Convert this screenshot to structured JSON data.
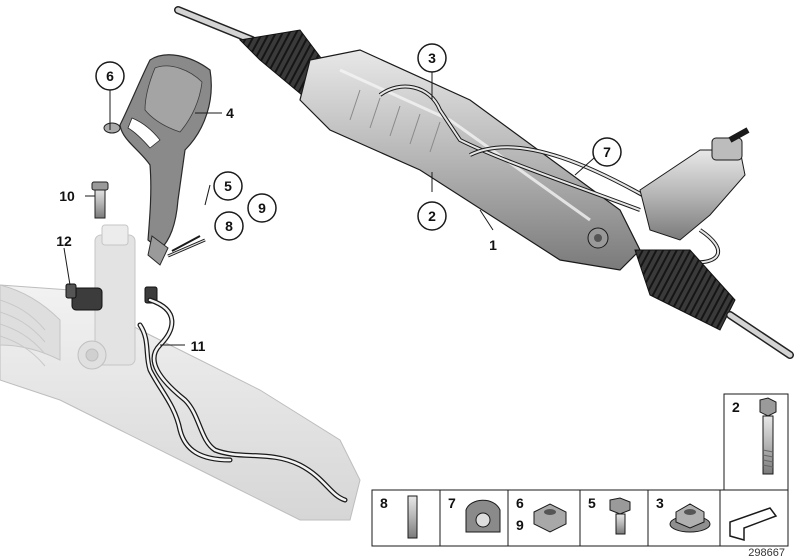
{
  "callouts": {
    "c1": "1",
    "c2": "2",
    "c3": "3",
    "c4": "4",
    "c5": "5",
    "c6": "6",
    "c7": "7",
    "c8": "8",
    "c9": "9",
    "c10": "10",
    "c11": "11",
    "c12": "12"
  },
  "legend": {
    "bolt_long": "2",
    "stud": "8",
    "bracket": "7",
    "nut_a": "6",
    "nut_b": "9",
    "bolt_short": "5",
    "flange_nut": "3"
  },
  "reference_number": "298667",
  "colors": {
    "line": "#1a1a1a",
    "part_fill": "#c9c9c9",
    "ghost_fill": "#e6e6e6",
    "boot_fill": "#2b2b2b"
  }
}
